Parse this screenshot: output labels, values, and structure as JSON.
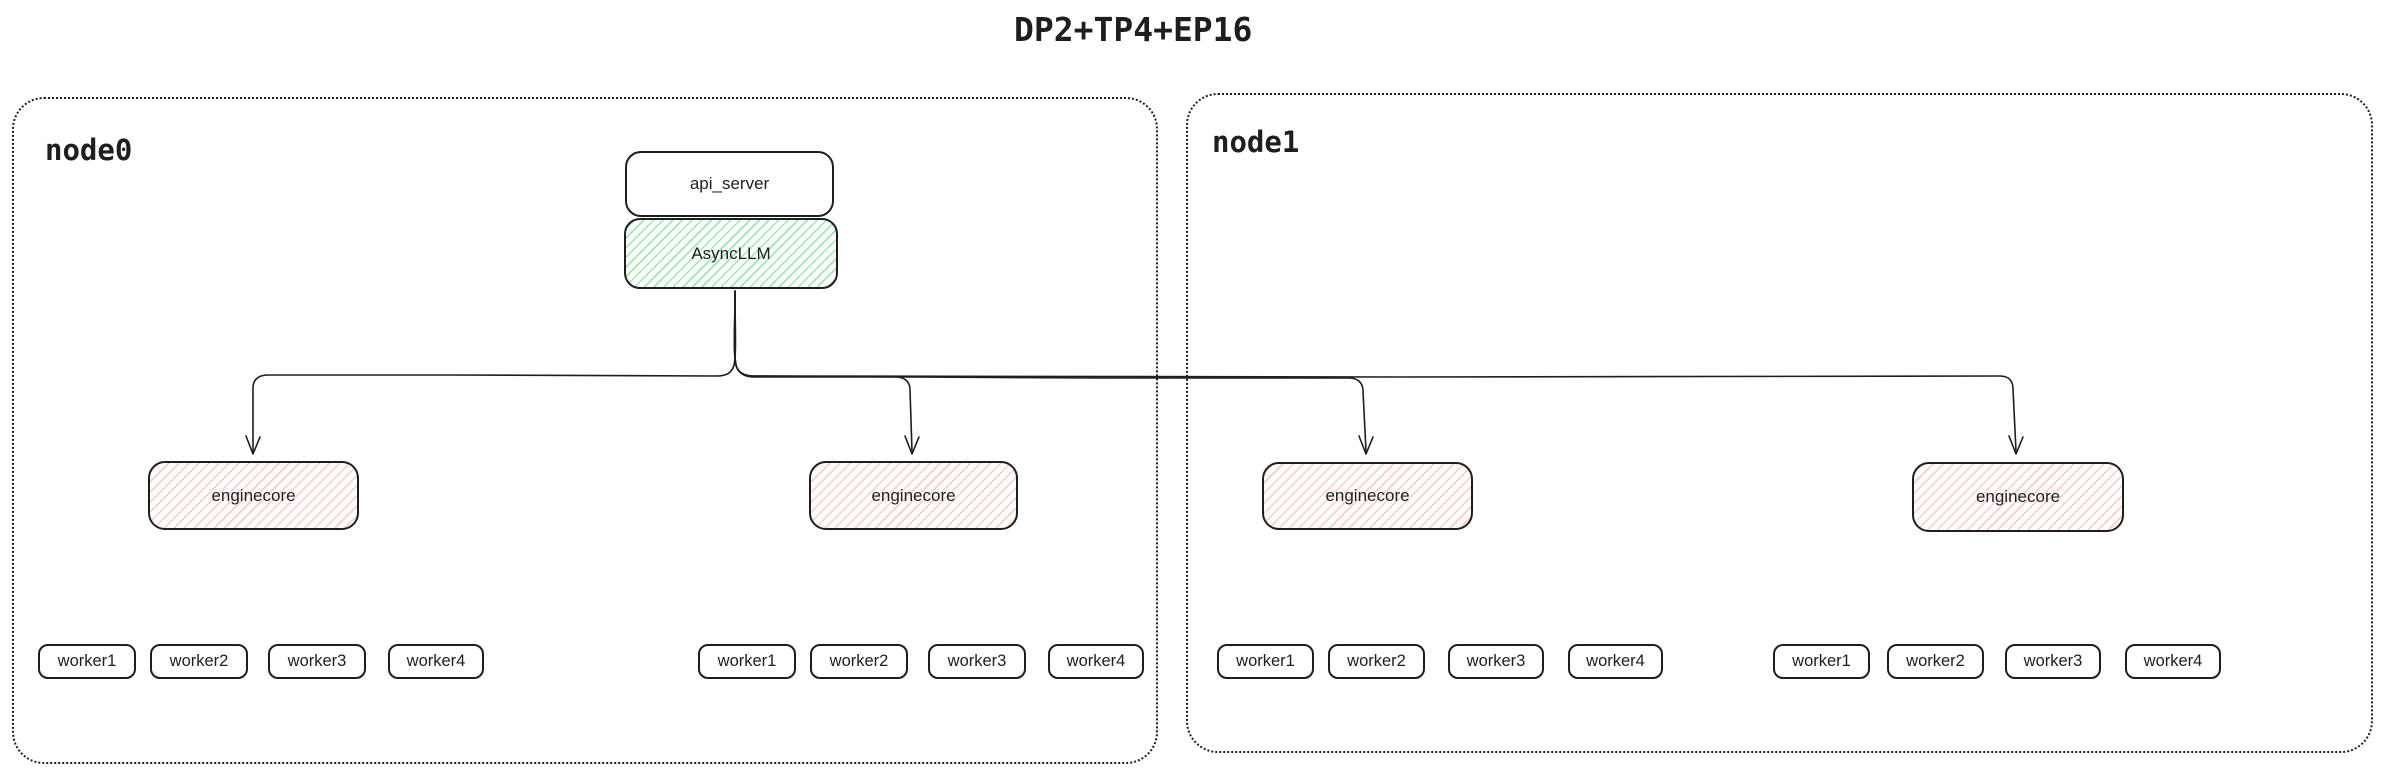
{
  "title": "DP2+TP4+EP16",
  "colors": {
    "stroke": "#1e1e1e",
    "asyncllm_fill": "#b2f2bb",
    "enginecore_fill": "#ffc9c9",
    "background": "#ffffff"
  },
  "node0": {
    "label": "node0",
    "api_server": "api_server",
    "async_llm": "AsyncLLM",
    "enginecores": [
      "enginecore",
      "enginecore"
    ],
    "worker_groups": [
      [
        "worker1",
        "worker2",
        "worker3",
        "worker4"
      ],
      [
        "worker1",
        "worker2",
        "worker3",
        "worker4"
      ]
    ]
  },
  "node1": {
    "label": "node1",
    "enginecores": [
      "enginecore",
      "enginecore"
    ],
    "worker_groups": [
      [
        "worker1",
        "worker2",
        "worker3",
        "worker4"
      ],
      [
        "worker1",
        "worker2",
        "worker3",
        "worker4"
      ]
    ]
  }
}
